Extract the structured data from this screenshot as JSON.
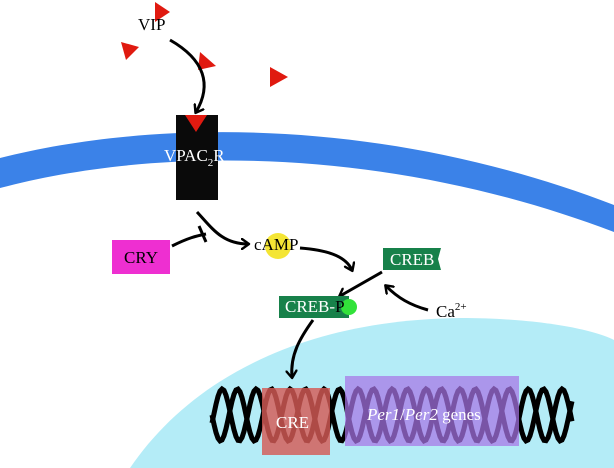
{
  "labels": {
    "vip": "VIP",
    "receptor_main": "VPAC",
    "receptor_sub": "2",
    "receptor_end": "R",
    "cry": "CRY",
    "camp": "cAMP",
    "creb": "CREB",
    "creb_p_main": "CREB-",
    "creb_p_end": "P",
    "calcium_main": "Ca",
    "calcium_sup": "2+",
    "cre": "CRE",
    "gene_italic_1": "Per1",
    "gene_slash": "/",
    "gene_italic_2": "Per2",
    "gene_rest": " genes"
  },
  "colors": {
    "membrane": "#3b82e8",
    "cytoplasm": "#ffffff",
    "nucleus": "#b4ecf7",
    "receptor": "#0a0a0a",
    "vip_ligand": "#e01a10",
    "cry_box": "#ee2fd1",
    "camp_circle": "#f4e534",
    "creb_box": "#17814a",
    "phosphate": "#32e23a",
    "cre_box": "#d45a55",
    "gene_box": "#a874e6",
    "dna": "#000000"
  }
}
